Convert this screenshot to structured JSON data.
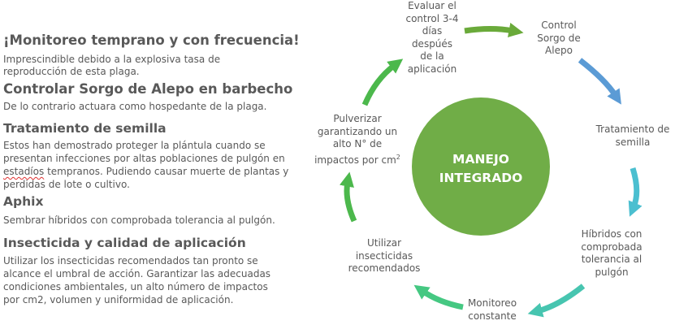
{
  "left": {
    "sections": [
      {
        "heading": "¡Monitoreo temprano y con frecuencia!",
        "lines": [
          "Imprescindible debido a la explosiva tasa de",
          "reproducción de esta plaga."
        ]
      },
      {
        "heading": "Controlar Sorgo de Alepo en barbecho",
        "lines": [
          "De lo contrario actuara como hospedante de la plaga."
        ]
      },
      {
        "heading": "Tratamiento de semilla",
        "lines": [
          "Estos han demostrado proteger la plántula cuando se",
          "presentan infecciones por altas poblaciones de pulgón en",
          "estadíos",
          " tempranos. Pudiendo causar muerte de plantas y",
          "perdidas de lote o cultivo."
        ]
      },
      {
        "heading": "Aphix",
        "lines": [
          "Sembrar híbridos con comprobada tolerancia al pulgón."
        ]
      },
      {
        "heading": "Insecticida y calidad de aplicación",
        "lines": [
          "Utilizar los insecticidas recomendados tan pronto se",
          "alcance el umbral de acción.  Garantizar las adecuadas",
          "condiciones ambientales, un alto número de impactos",
          "por cm2, volumen y uniformidad de aplicación."
        ]
      }
    ]
  },
  "diagram": {
    "center": [
      "MANEJO",
      "INTEGRADO"
    ],
    "colors": {
      "center": "#70ad47",
      "arrow_green_dark": "#6aaa3a",
      "arrow_green": "#4cb84c",
      "arrow_blue": "#5b9bd5",
      "arrow_cyan": "#4bbfd0",
      "arrow_teal": "#47c5b0",
      "arrow_mint": "#45c882"
    },
    "steps": [
      {
        "lines": [
          "Control",
          "Sorgo de",
          "Alepo"
        ]
      },
      {
        "lines": [
          "Tratamiento de",
          "semilla"
        ]
      },
      {
        "lines": [
          "Híbridos con",
          "comprobada",
          "tolerancia al",
          "pulgón"
        ]
      },
      {
        "lines": [
          "Monitoreo",
          "constante"
        ]
      },
      {
        "lines": [
          "Utilizar",
          "insecticidas",
          "recomendados"
        ]
      },
      {
        "lines": [
          "Pulverizar",
          "garantizando un",
          "alto N° de",
          "impactos por cm",
          "2"
        ]
      },
      {
        "lines": [
          "Evaluar el",
          "control 3-4",
          "días",
          "despúés",
          "de la",
          "aplicación"
        ]
      }
    ]
  }
}
